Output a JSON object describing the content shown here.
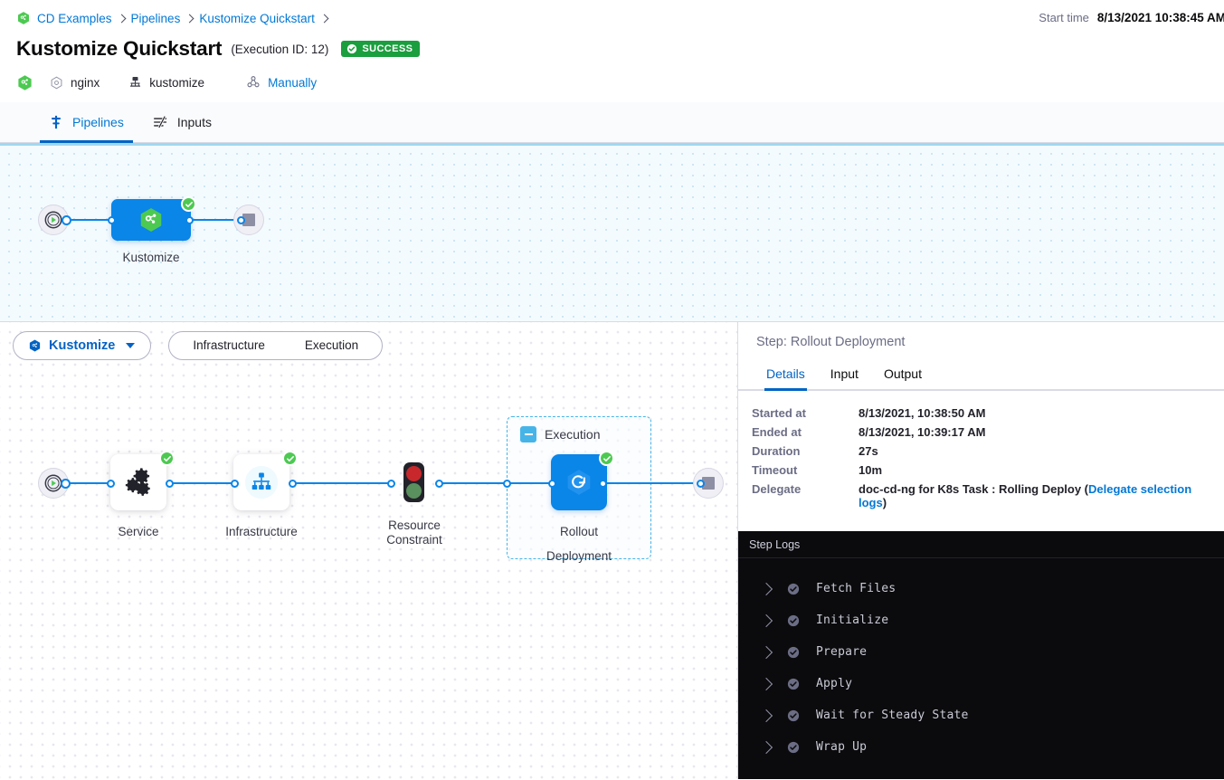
{
  "header": {
    "breadcrumb": [
      {
        "label": "CD Examples",
        "icon": "harness-logo-icon"
      },
      {
        "label": "Pipelines"
      },
      {
        "label": "Kustomize Quickstart"
      }
    ],
    "title": "Kustomize Quickstart",
    "execution_id_label": "(Execution ID: 12)",
    "status": "SUCCESS",
    "status_color": "#1b9e3e",
    "meta": [
      {
        "icon": "harness-logo-icon",
        "label": ""
      },
      {
        "icon": "service-hex-icon",
        "label": "nginx"
      },
      {
        "icon": "infrastructure-icon",
        "label": "kustomize"
      },
      {
        "icon": "trigger-manual-icon",
        "label": "Manually",
        "link": true
      }
    ],
    "start_time_label": "Start time",
    "start_time_value": "8/13/2021 10:38:45 AM"
  },
  "tabs": [
    {
      "label": "Pipelines",
      "icon": "pipeline-icon",
      "active": true
    },
    {
      "label": "Inputs",
      "icon": "inputs-icon",
      "active": false
    }
  ],
  "pipeline_graph": {
    "start_node": "start-icon",
    "end_node": "stop-icon",
    "stage": {
      "label": "Kustomize",
      "icon": "harness-logo-icon",
      "status": "success"
    }
  },
  "stage_toolbar": {
    "stage_selector": "Kustomize",
    "section_tabs": [
      "Infrastructure",
      "Execution"
    ]
  },
  "stage_graph": {
    "nodes": [
      {
        "label": "Service",
        "icon": "service-gears-icon",
        "status": "success"
      },
      {
        "label": "Infrastructure",
        "icon": "infrastructure-tree-icon",
        "status": "success"
      },
      {
        "label": "Resource\nConstraint",
        "line1": "Resource",
        "line2": "Constraint",
        "icon": "traffic-light-icon",
        "status": "none"
      },
      {
        "label": "Rollout\nDeployment",
        "line1": "Rollout",
        "line2": "Deployment",
        "icon": "rollout-refresh-icon",
        "status": "success"
      }
    ],
    "group_label": "Execution"
  },
  "detail_panel": {
    "step_title": "Step: Rollout Deployment",
    "tabs": [
      {
        "label": "Details",
        "active": true
      },
      {
        "label": "Input",
        "active": false
      },
      {
        "label": "Output",
        "active": false
      }
    ],
    "details": [
      {
        "key": "Started at",
        "value": "8/13/2021, 10:38:50 AM"
      },
      {
        "key": "Ended at",
        "value": "8/13/2021, 10:39:17 AM"
      },
      {
        "key": "Duration",
        "value": "27s"
      },
      {
        "key": "Timeout",
        "value": "10m"
      },
      {
        "key": "Delegate",
        "value": "doc-cd-ng for K8s Task : Rolling Deploy (",
        "link_text": "Delegate selection logs",
        "value_suffix": ")"
      }
    ],
    "logs_title": "Step Logs",
    "logs": [
      {
        "label": "Fetch Files",
        "status": "success"
      },
      {
        "label": "Initialize",
        "status": "success"
      },
      {
        "label": "Prepare",
        "status": "success"
      },
      {
        "label": "Apply",
        "status": "success"
      },
      {
        "label": "Wait for Steady State",
        "status": "success"
      },
      {
        "label": "Wrap Up",
        "status": "success"
      }
    ]
  }
}
